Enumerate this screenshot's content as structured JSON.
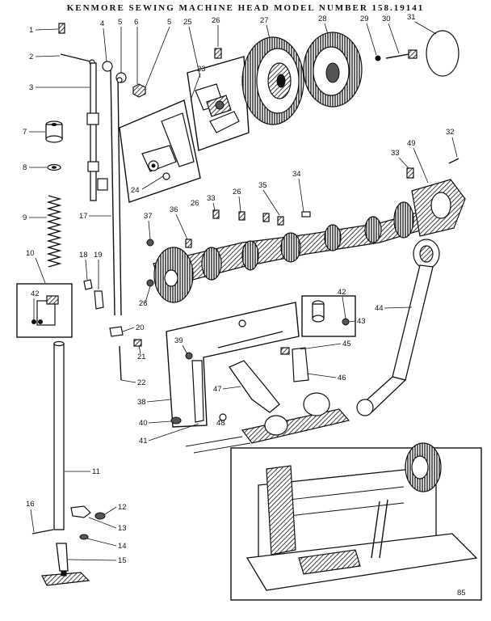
{
  "title": "KENMORE SEWING MACHINE HEAD MODEL NUMBER 158.19141",
  "figure_code": "85",
  "callouts": [
    "1",
    "2",
    "3",
    "4",
    "5",
    "6",
    "5",
    "25",
    "26",
    "27",
    "28",
    "29",
    "30",
    "31",
    "7",
    "8",
    "9",
    "10",
    "42",
    "17",
    "18",
    "19",
    "23",
    "24",
    "32",
    "33",
    "49",
    "34",
    "35",
    "26",
    "33",
    "36",
    "37",
    "26",
    "26",
    "20",
    "21",
    "22",
    "42",
    "43",
    "44",
    "45",
    "46",
    "39",
    "38",
    "47",
    "40",
    "48",
    "41",
    "11",
    "12",
    "13",
    "16",
    "14",
    "15"
  ]
}
